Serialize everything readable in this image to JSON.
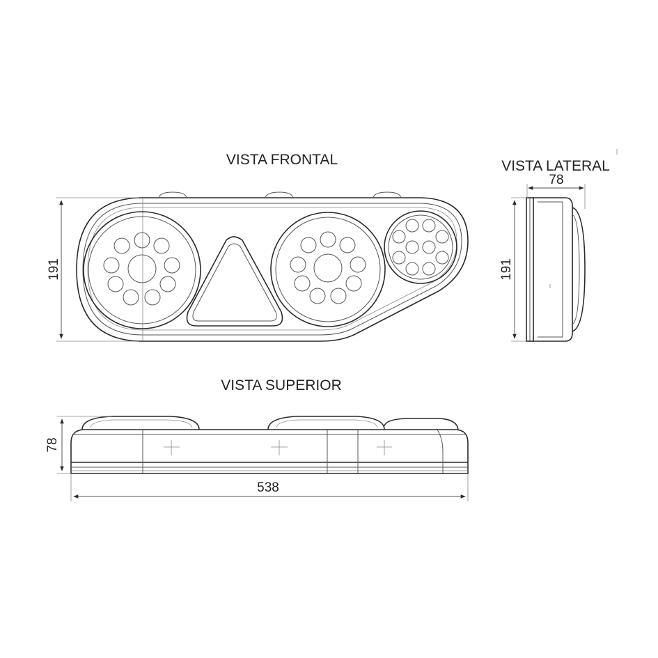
{
  "views": {
    "front": {
      "title": "VISTA FRONTAL",
      "height_dim": "191"
    },
    "side": {
      "title": "VISTA LATERAL",
      "depth_dim": "78",
      "height_dim": "191"
    },
    "top": {
      "title": "VISTA SUPERIOR",
      "depth_dim": "78",
      "width_dim": "538"
    }
  },
  "colors": {
    "line": "#2a2a2a",
    "background": "#ffffff"
  }
}
